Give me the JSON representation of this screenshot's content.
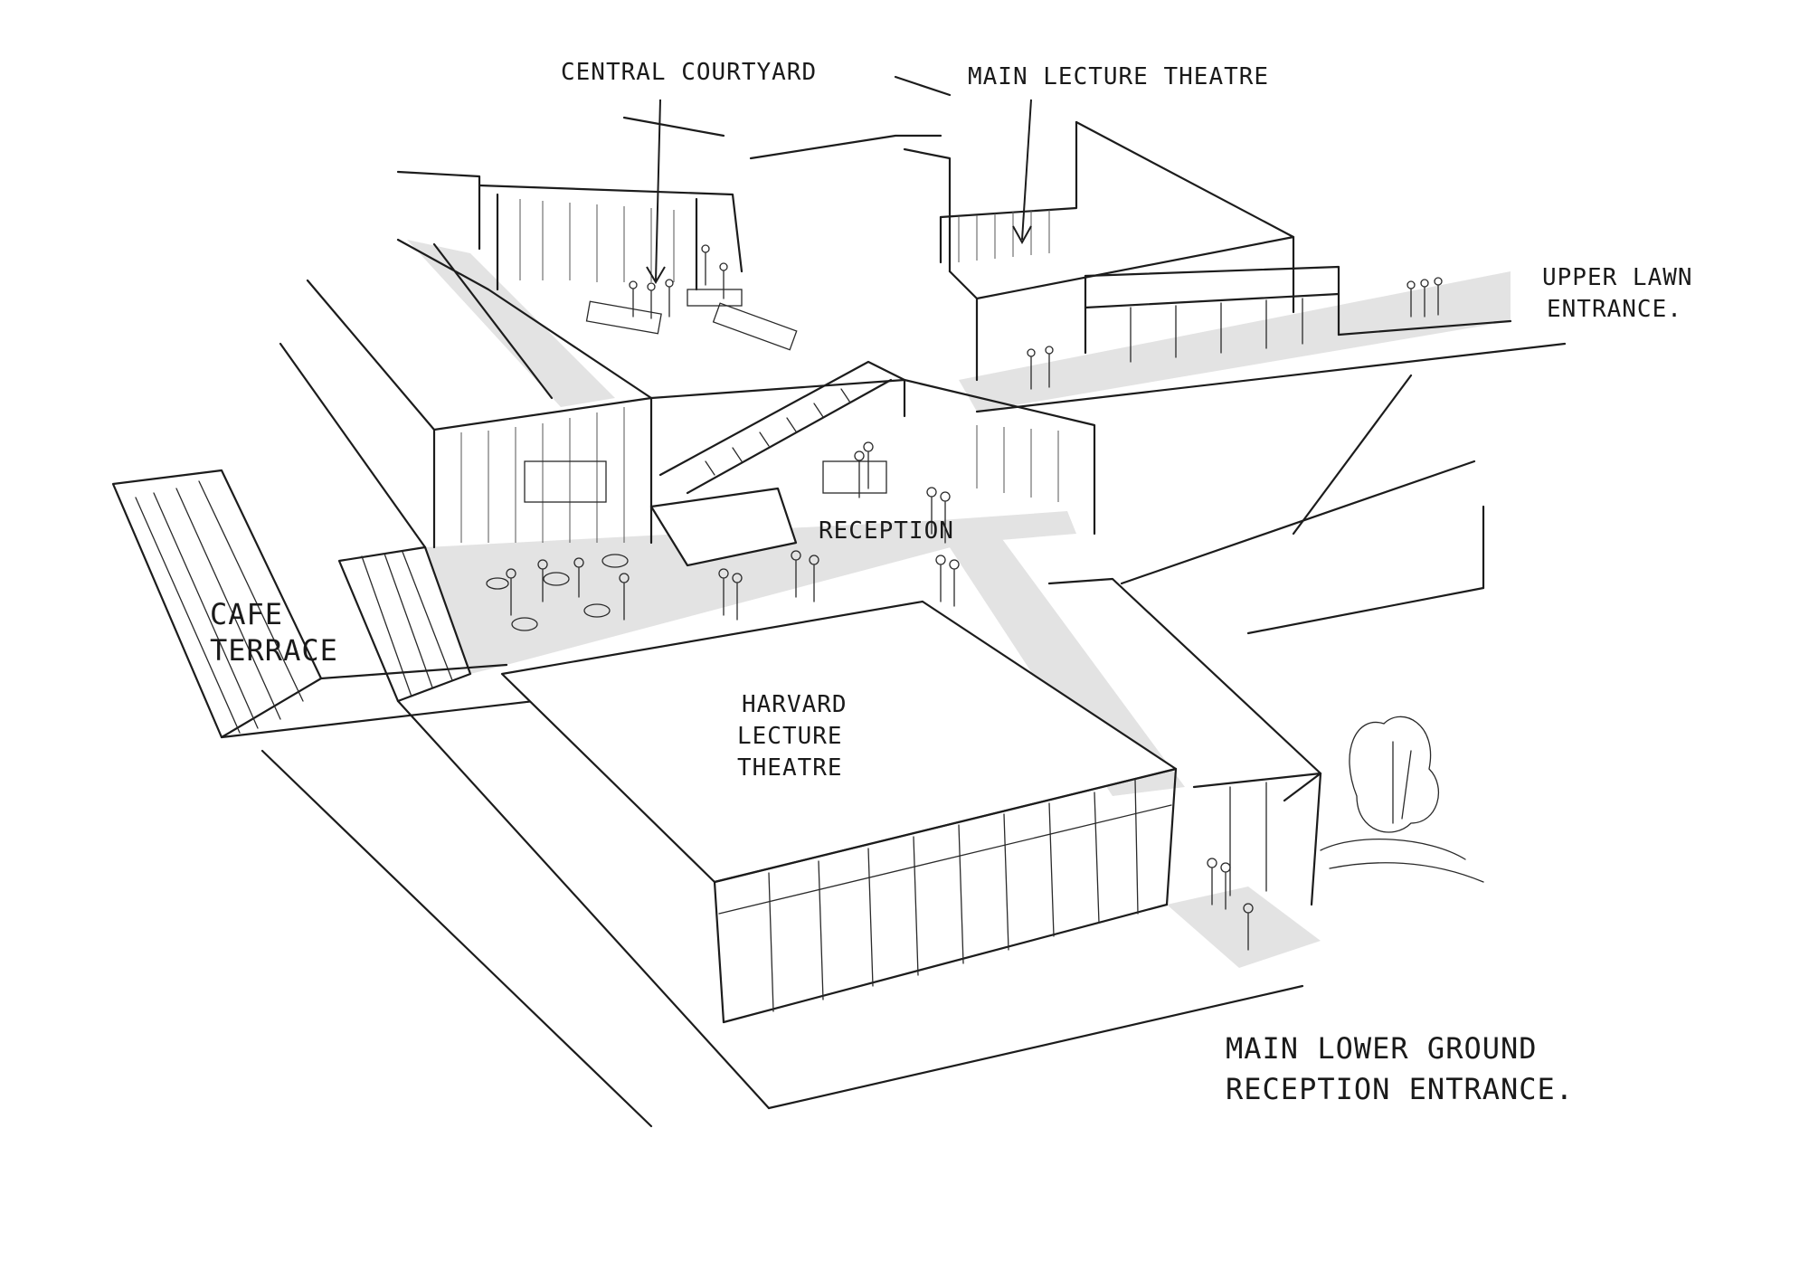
{
  "labels": {
    "central_courtyard": "CENTRAL COURTYARD",
    "main_lecture_theatre": "MAIN LECTURE THEATRE",
    "upper_lawn_entrance_1": "UPPER LAWN",
    "upper_lawn_entrance_2": "ENTRANCE.",
    "reception": "RECEPTION",
    "cafe_terrace_1": "CAFE",
    "cafe_terrace_2": "TERRACE",
    "harvard_1": "HARVARD",
    "harvard_2": "LECTURE",
    "harvard_3": "THEATRE",
    "main_entrance_1": "MAIN LOWER GROUND",
    "main_entrance_2": "RECEPTION ENTRANCE."
  },
  "colors": {
    "ink": "#1c1c1c",
    "circulation_fill": "#e3e3e3",
    "paper": "#ffffff"
  }
}
